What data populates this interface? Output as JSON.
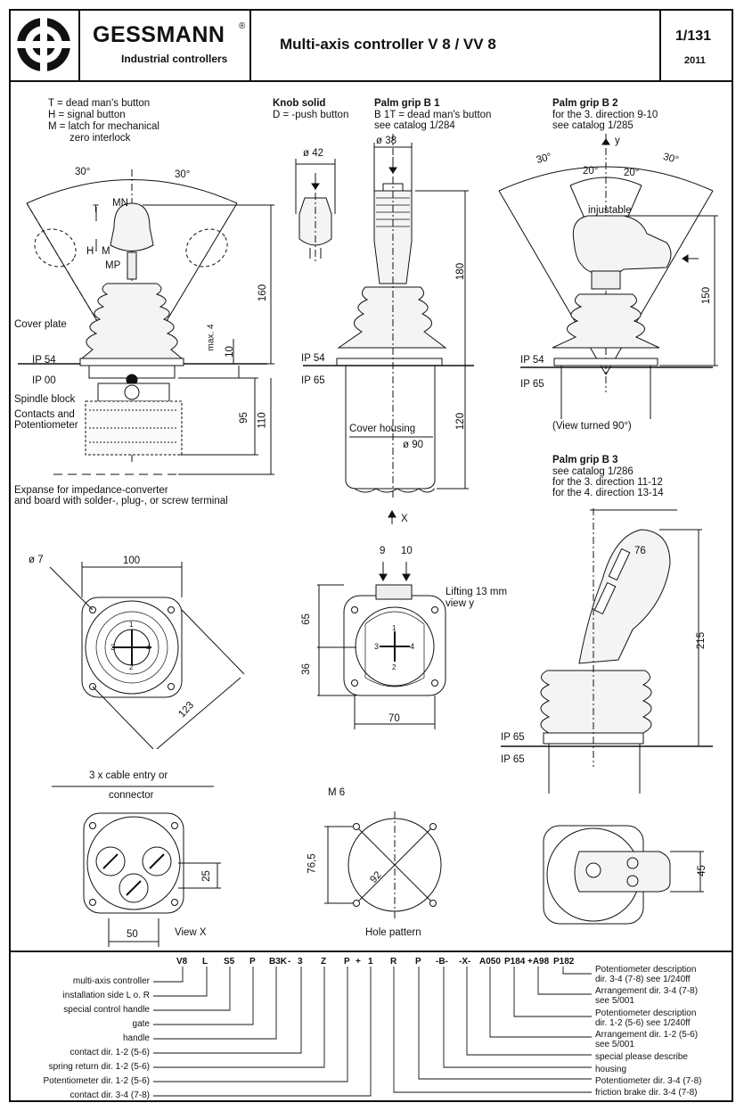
{
  "header": {
    "brand": "GESSMANN",
    "brand_mark": "®",
    "tagline": "Industrial controllers",
    "title": "Multi-axis controller V 8 / VV 8",
    "page": "1/131",
    "year": "2011"
  },
  "legend": {
    "t": "T  = dead man's button",
    "h": "H  = signal button",
    "m1": "M  = latch for mechanical",
    "m2": "zero interlock"
  },
  "knob": {
    "title": "Knob solid",
    "sub": "D = -push button",
    "dim": "ø 42"
  },
  "b1": {
    "title": "Palm grip B 1",
    "line1": "B 1T = dead man's button",
    "line2": "see catalog 1/284",
    "dia": "ø 38",
    "h180": "180",
    "h120": "120",
    "cover": "Cover housing",
    "dia90": "ø 90",
    "x": "X"
  },
  "b2": {
    "title": "Palm grip B 2",
    "line1": "for the 3. direction 9-10",
    "line2": "see catalog 1/285",
    "y": "y",
    "a30l": "30°",
    "a20l": "20°",
    "a20r": "20°",
    "a30r": "30°",
    "inj": "injustable",
    "h150": "150",
    "view": "(View turned 90°)"
  },
  "b3": {
    "title": "Palm grip B 3",
    "line1": "see catalog 1/286",
    "line2": "for the 3. direction 11-12",
    "line3": "for the 4. direction 13-14",
    "r76": "76",
    "h215": "215",
    "d45": "45"
  },
  "main": {
    "a30l": "30°",
    "a30r": "30°",
    "mn": "MN",
    "t": "T",
    "h": "H",
    "m": "M",
    "mp": "MP",
    "h160": "160",
    "max4": "max. 4",
    "h10": "10",
    "h95": "95",
    "h110": "110",
    "cover": "Cover plate",
    "ip54": "IP 54",
    "ip00": "IP 00",
    "spindle": "Spindle block",
    "contacts1": "Contacts and",
    "contacts2": "Potentiometer",
    "expanse1": "Expanse for impedance-converter",
    "expanse2": "and board with solder-, plug-, or screw terminal"
  },
  "ip": {
    "ip54": "IP 54",
    "ip65": "IP 65"
  },
  "top": {
    "d7": "ø 7",
    "w100": "100",
    "d123": "123",
    "n1": "1",
    "n2": "2",
    "n3": "3",
    "n4": "4"
  },
  "gate": {
    "n9": "9",
    "n10": "10",
    "lift1": "Lifting 13 mm",
    "lift2": "view y",
    "h65": "65",
    "h36": "36",
    "w70": "70",
    "n1": "1",
    "n2": "2",
    "n3": "3",
    "n4": "4"
  },
  "viewx": {
    "cable1": "3 x cable entry or",
    "cable2": "connector",
    "d25": "25",
    "w50": "50",
    "label": "View X"
  },
  "hole": {
    "m6": "M 6",
    "d765": "76,5",
    "d92": "92",
    "label": "Hole pattern"
  },
  "order": {
    "codes": [
      "V8",
      "L",
      "S5",
      "P",
      "B3K",
      "-",
      "3",
      "Z",
      "P",
      "+",
      "1",
      "R",
      "P",
      "-B-",
      "-X-",
      "A050",
      "P184",
      "+A98",
      "P182"
    ],
    "left": [
      "multi-axis controller",
      "installation side L o. R",
      "special control handle",
      "gate",
      "handle",
      "contact dir. 1-2 (5-6)",
      "spring return dir. 1-2 (5-6)",
      "Potentiometer dir. 1-2 (5-6)",
      "contact dir. 3-4 (7-8)"
    ],
    "right": [
      "Potentiometer description",
      "dir. 3-4 (7-8) see 1/240ff",
      "Arrangement dir. 3-4 (7-8)",
      "see 5/001",
      "Potentiometer description",
      "dir. 1-2 (5-6) see 1/240ff",
      "Arrangement dir. 1-2 (5-6)",
      "see 5/001",
      "special please describe",
      "housing",
      "Potentiometer dir. 3-4 (7-8)",
      "friction brake dir. 3-4 (7-8)"
    ]
  }
}
